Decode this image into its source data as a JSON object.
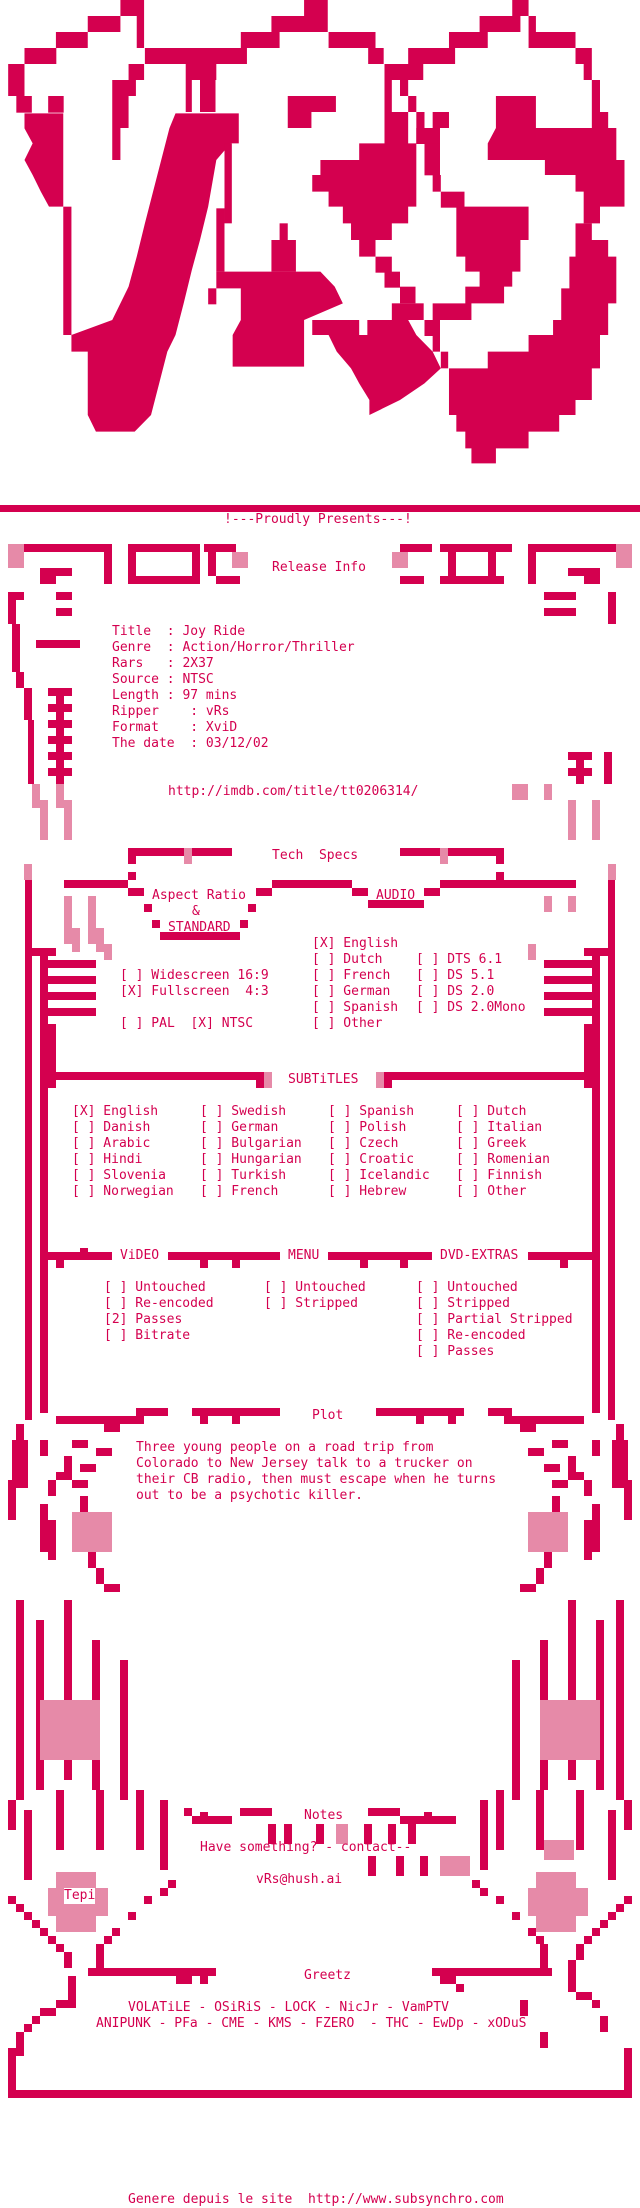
{
  "logo_text": "vRs",
  "brand_color": "#d4004f",
  "presents": "!---Proudly Presents---!",
  "release_info": {
    "heading": "Release Info",
    "rows": [
      "Title  : Joy Ride",
      "Genre  : Action/Horror/Thriller",
      "Rars   : 2X37",
      "Source : NTSC",
      "Length : 97 mins",
      "Ripper    : vRs",
      "Format    : XviD",
      "The date  : 03/12/02"
    ],
    "imdb": "http://imdb.com/title/tt0206314/"
  },
  "tech_specs": {
    "heading": "Tech  Specs",
    "aspect_heading": "Aspect Ratio",
    "amp": "&",
    "standard_heading": "STANDARD",
    "audio_heading": "AUDIO",
    "aspect": [
      "[ ] Widescreen 16:9",
      "[X] Fullscreen  4:3"
    ],
    "standard": "[ ] PAL  [X] NTSC",
    "audio_lang": [
      "[X] English",
      "[ ] Dutch",
      "[ ] French",
      "[ ] German",
      "[ ] Spanish",
      "[ ] Other"
    ],
    "audio_fmt": [
      "[ ] DTS 6.1",
      "[ ] DS 5.1",
      "[ ] DS 2.0",
      "[ ] DS 2.0Mono"
    ]
  },
  "subtitles": {
    "heading": "SUBTiTLES",
    "columns": [
      [
        "[X] English",
        "[ ] Danish",
        "[ ] Arabic",
        "[ ] Hindi",
        "[ ] Slovenia",
        "[ ] Norwegian"
      ],
      [
        "[ ] Swedish",
        "[ ] German",
        "[ ] Bulgarian",
        "[ ] Hungarian",
        "[ ] Turkish",
        "[ ] French"
      ],
      [
        "[ ] Spanish",
        "[ ] Polish",
        "[ ] Czech",
        "[ ] Croatic",
        "[ ] Icelandic",
        "[ ] Hebrew"
      ],
      [
        "[ ] Dutch",
        "[ ] Italian",
        "[ ] Greek",
        "[ ] Romenian",
        "[ ] Finnish",
        "[ ] Other"
      ]
    ]
  },
  "video": {
    "heading": "ViDEO",
    "items": [
      "[ ] Untouched",
      "[ ] Re-encoded",
      "[2] Passes",
      "[ ] Bitrate"
    ]
  },
  "menu": {
    "heading": "MENU",
    "items": [
      "[ ] Untouched",
      "[ ] Stripped"
    ]
  },
  "extras": {
    "heading": "DVD-EXTRAS",
    "items": [
      "[ ] Untouched",
      "[ ] Stripped",
      "[ ] Partial Stripped",
      "[ ] Re-encoded",
      "[ ] Passes"
    ]
  },
  "plot": {
    "heading": "Plot",
    "lines": [
      "Three young people on a road trip from",
      "Colorado to New Jersey talk to a trucker on",
      "their CB radio, then must escape when he turns",
      "out to be a psychotic killer."
    ]
  },
  "notes": {
    "heading": "Notes",
    "contact": "Have something? - contact--",
    "email": "vRs@hush.ai",
    "signature": "Tepi"
  },
  "greetz": {
    "heading": "Greetz",
    "lines": [
      "VOLATiLE - OSiRiS - LOCK - NicJr - VamPTV",
      "ANIPUNK - PFa - CME - KMS - FZERO  - THC - EwDp - xODuS"
    ]
  },
  "footer": "Genere depuis le site  http://www.subsynchro.com"
}
